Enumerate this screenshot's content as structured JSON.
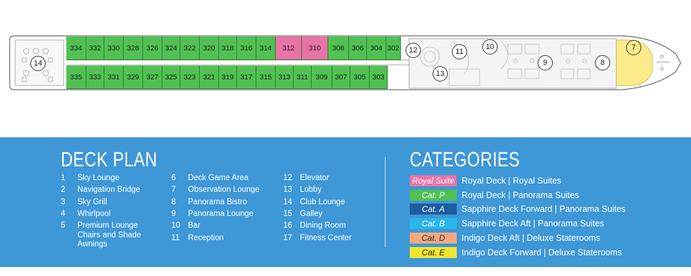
{
  "deck_plan": {
    "upper_cabins": [
      "334",
      "332",
      "330",
      "328",
      "326",
      "324",
      "322",
      "320",
      "318",
      "316",
      "314",
      "312",
      "310",
      "308",
      "306",
      "304",
      "302"
    ],
    "lower_cabins": [
      "335",
      "333",
      "331",
      "329",
      "327",
      "325",
      "323",
      "321",
      "319",
      "317",
      "315",
      "313",
      "311",
      "309",
      "307",
      "305",
      "303"
    ],
    "royal_cabins": [
      "312",
      "310"
    ],
    "markers": [
      "14",
      "12",
      "11",
      "10",
      "13",
      "9",
      "8",
      "7"
    ],
    "colors": {
      "category_p": "#51c152",
      "royal_suite": "#ea73a8",
      "deck_outline": "#6b6b6b"
    }
  },
  "legend": {
    "deck_title": "DECK PLAN",
    "deck_items": [
      {
        "num": "1",
        "name": "Sky Lounge"
      },
      {
        "num": "2",
        "name": "Navigation Bridge"
      },
      {
        "num": "3",
        "name": "Sky Grill"
      },
      {
        "num": "4",
        "name": "Whirlpool"
      },
      {
        "num": "5",
        "name": "Premium Lounge Chairs and Shade Awnings"
      },
      {
        "num": "6",
        "name": "Deck Game Area"
      },
      {
        "num": "7",
        "name": "Observation Lounge"
      },
      {
        "num": "8",
        "name": "Panorama Bistro"
      },
      {
        "num": "9",
        "name": "Panorama Lounge"
      },
      {
        "num": "10",
        "name": "Bar"
      },
      {
        "num": "11",
        "name": "Reception"
      },
      {
        "num": "12",
        "name": "Elevator"
      },
      {
        "num": "13",
        "name": "Lobby"
      },
      {
        "num": "14",
        "name": "Club Lounge"
      },
      {
        "num": "15",
        "name": "Galley"
      },
      {
        "num": "16",
        "name": "Dining Room"
      },
      {
        "num": "17",
        "name": "Fitness Center"
      }
    ],
    "categories_title": "CATEGORIES",
    "categories": [
      {
        "badge": "Royal Suite",
        "label": "Royal Deck | Royal Suites",
        "color": "#ea73a8",
        "text_color": "#ffffff"
      },
      {
        "badge": "Cat. P",
        "label": "Royal Deck | Panorama Suites",
        "color": "#51c152",
        "text_color": "#ffffff"
      },
      {
        "badge": "Cat. A",
        "label": "Sapphire Deck Forward | Panorama Suites",
        "color": "#1e5b9f",
        "text_color": "#ffffff"
      },
      {
        "badge": "Cat. B",
        "label": "Sapphire Deck Aft | Panorama Suites",
        "color": "#29b6e8",
        "text_color": "#ffffff"
      },
      {
        "badge": "Cat. D",
        "label": "Indigo Deck Aft | Deluxe Staterooms",
        "color": "#f2a980",
        "text_color": "#2b2b2b"
      },
      {
        "badge": "Cat. E",
        "label": "Indigo Deck Forward | Deluxe Staterooms",
        "color": "#f1e52d",
        "text_color": "#2b2b2b"
      }
    ],
    "colors": {
      "panel": "#3e97d6",
      "divider": "#cfe6f6"
    }
  }
}
